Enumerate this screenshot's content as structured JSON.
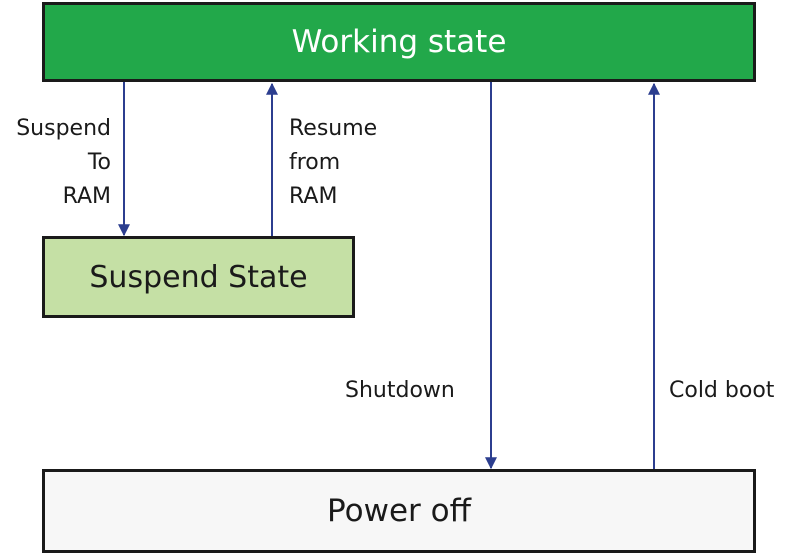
{
  "states": {
    "working": "Working state",
    "suspend": "Suspend State",
    "power_off": "Power off"
  },
  "transitions": {
    "suspend_to_ram": "Suspend\nTo\nRAM",
    "resume_from_ram": "Resume\nfrom\nRAM",
    "shutdown": "Shutdown",
    "cold_boot": "Cold boot"
  },
  "colors": {
    "working_fill": "#22a84a",
    "working_text": "#ffffff",
    "suspend_fill": "#c5e0a5",
    "power_off_fill": "#f7f7f7",
    "arrow": "#2c3e8f"
  }
}
